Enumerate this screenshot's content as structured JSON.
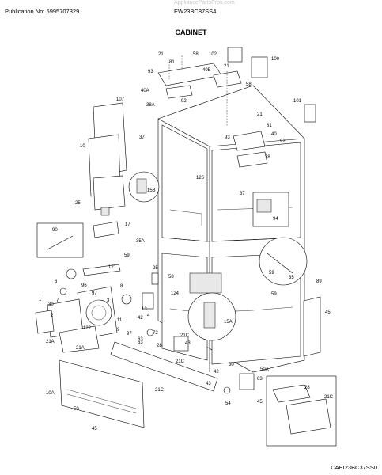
{
  "header": {
    "watermark": "AppliancePartsPros.com",
    "publication": "Publication No: 5995707329",
    "model": "EW23BC87SS4"
  },
  "section_title": "CABINET",
  "diagram_code": "CAEI23BC37SS0",
  "callouts": [
    "21",
    "58",
    "81",
    "102",
    "100",
    "93",
    "40B",
    "21",
    "58",
    "40A",
    "92",
    "38A",
    "107",
    "101",
    "37",
    "21",
    "81",
    "40",
    "10",
    "93",
    "92",
    "38",
    "126",
    "15B",
    "37",
    "25",
    "94",
    "17",
    "90",
    "35A",
    "59",
    "121",
    "25",
    "58",
    "59",
    "35",
    "6",
    "96",
    "8",
    "89",
    "124",
    "97",
    "59",
    "3",
    "13",
    "7",
    "4",
    "30",
    "122",
    "45",
    "2",
    "11",
    "1",
    "9",
    "42",
    "63",
    "21A",
    "21A",
    "97",
    "15A",
    "63",
    "21C",
    "28",
    "43",
    "21C",
    "72",
    "21C",
    "30",
    "42",
    "43",
    "50A",
    "28",
    "63",
    "54",
    "21C",
    "45",
    "10A",
    "50",
    "45"
  ]
}
